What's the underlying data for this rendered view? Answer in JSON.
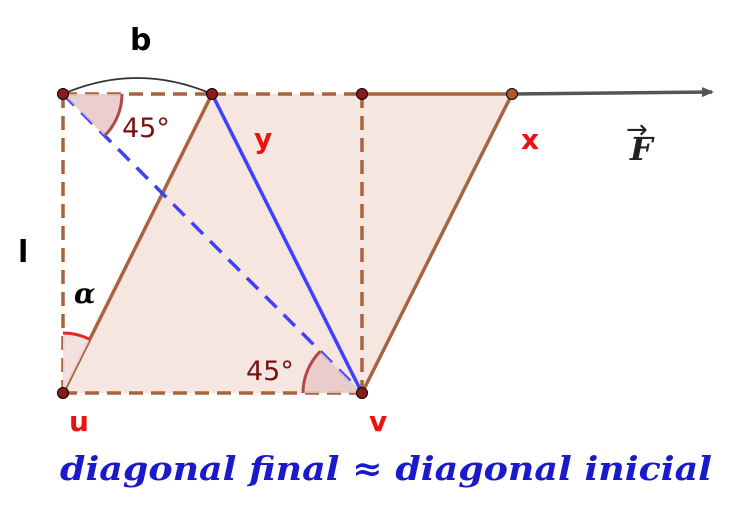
{
  "labels": {
    "b": "b",
    "l": "l",
    "alpha": "α",
    "angle_top": "45°",
    "angle_bottom": "45°",
    "point_y": "y",
    "point_x": "x",
    "point_u": "u",
    "point_v": "v",
    "force": "F",
    "force_arrow": "→",
    "caption": "diagonal final ≈ diagonal inicial"
  },
  "colors": {
    "brown": "#a8643f",
    "fill": "#f6e6e0",
    "blue": "#4040ff",
    "red": "#ee1111",
    "dark_red": "#7a1010",
    "angle_fill": "#e8c7c7",
    "angle_stroke": "#b04848",
    "alpha_angle": "#ee2222",
    "arrow": "#555555",
    "point": "#8b1a1a",
    "caption": "#1a1acc"
  }
}
